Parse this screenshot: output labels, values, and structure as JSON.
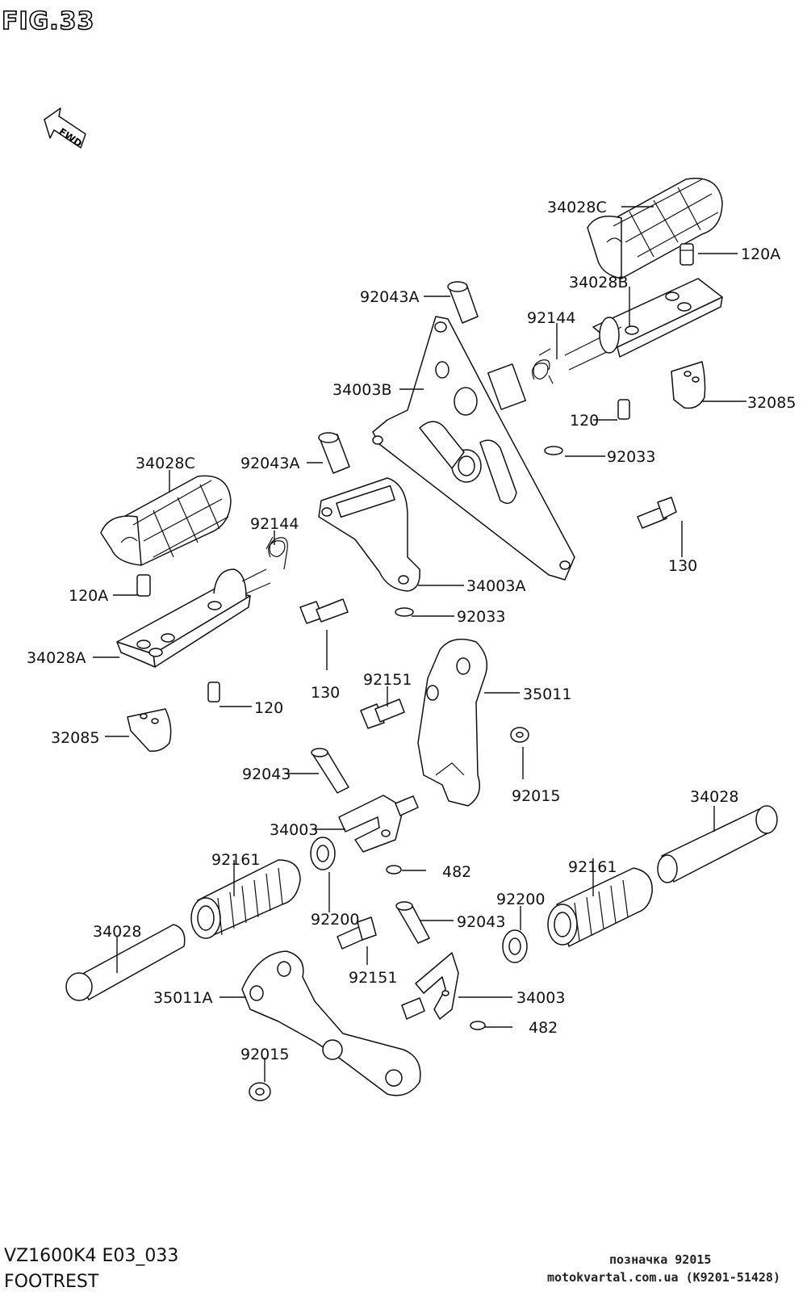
{
  "figure": {
    "title": "FIG.33",
    "fwd_label": "FWD",
    "model_code": "VZ1600K4 E03_033",
    "section_name": "FOOTREST"
  },
  "watermark": {
    "line1": "позначка 92015",
    "line2": "motokvartal.com.ua (K9201-51428)"
  },
  "callouts": [
    "34028C",
    "120A",
    "92043A",
    "34028B",
    "92144",
    "34003B",
    "32085",
    "120",
    "92033",
    "34028C",
    "92043A",
    "92144",
    "34003A",
    "130",
    "120A",
    "92033",
    "34028A",
    "130",
    "92151",
    "35011",
    "120",
    "32085",
    "92043",
    "92015",
    "34028",
    "34003",
    "92161",
    "482",
    "92200",
    "92161",
    "92200",
    "34028",
    "92043",
    "92151",
    "35011A",
    "34003",
    "482",
    "92015"
  ]
}
